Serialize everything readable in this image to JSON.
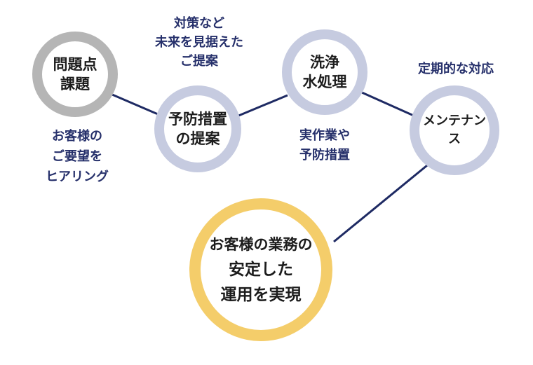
{
  "colors": {
    "gray_ring": "#b5b5b5",
    "blue_ring": "#c6cbe0",
    "gold_ring": "#f4cd6a",
    "connector": "#1e2a63",
    "caption_text": "#26306b",
    "node_text": "#1c1c1c"
  },
  "nodes": {
    "issue": {
      "lines": [
        "問題点",
        "課題"
      ]
    },
    "prevention": {
      "lines": [
        "予防措置",
        "の提案"
      ]
    },
    "cleaning": {
      "lines": [
        "洗浄",
        "水処理"
      ]
    },
    "maintenance": {
      "lines": [
        "メンテナンス"
      ]
    },
    "goal": {
      "lines": [
        "お客様の業務の",
        "安定した",
        "運用を実現"
      ]
    }
  },
  "captions": {
    "hearing": [
      "お客様の",
      "ご要望を",
      "ヒアリング"
    ],
    "proposal": [
      "対策など",
      "未来を見据えた",
      "ご提案"
    ],
    "practice": [
      "実作業や",
      "予防措置"
    ],
    "periodic": [
      "定期的な対応"
    ]
  }
}
